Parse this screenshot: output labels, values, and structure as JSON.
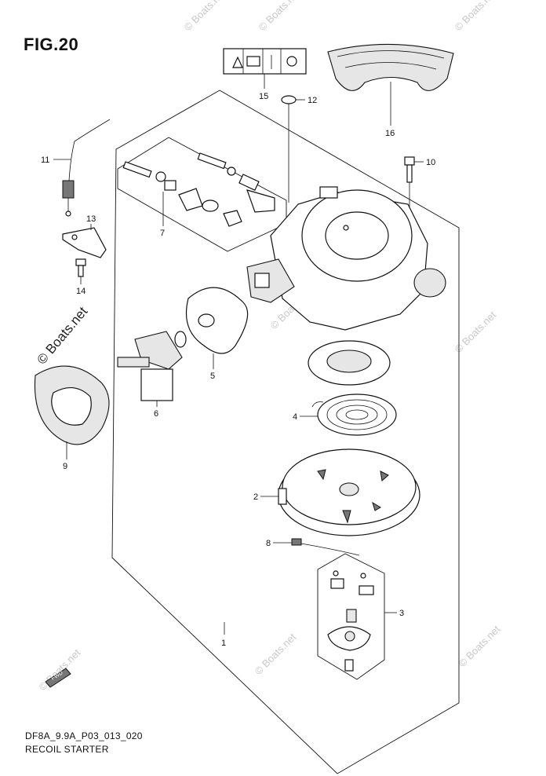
{
  "figure": {
    "title": "FIG.20",
    "code": "DF8A_9.9A_P03_013_020",
    "name": "RECOIL STARTER"
  },
  "watermark": {
    "text": "© Boats.net"
  },
  "fwd_label": "FWD",
  "callouts": {
    "c1": "1",
    "c2": "2",
    "c3": "3",
    "c4": "4",
    "c5": "5",
    "c6": "6",
    "c7": "7",
    "c8": "8",
    "c9": "9",
    "c10": "10",
    "c11": "11",
    "c12": "12",
    "c13": "13",
    "c14": "14",
    "c15": "15",
    "c16": "16"
  }
}
